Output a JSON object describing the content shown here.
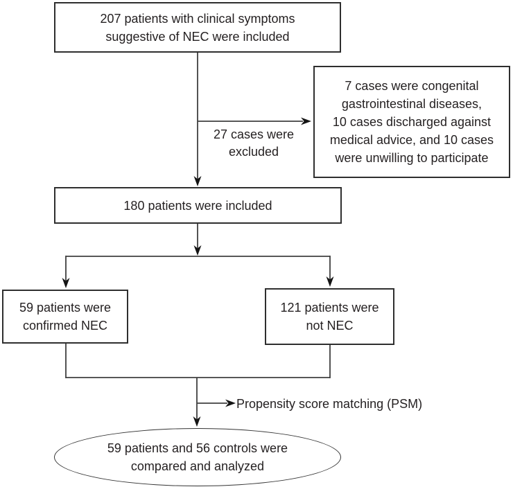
{
  "colors": {
    "background": "#ffffff",
    "line": "#3f3f3f",
    "box_border": "#2e2e2e",
    "text": "#231f20"
  },
  "flowchart": {
    "top_box": "207 patients with clinical symptoms\nsuggestive of NEC were included",
    "excluded_label": "27 cases were\nexcluded",
    "exclusion_box": "7 cases were congenital\ngastrointestinal diseases,\n10 cases discharged against\nmedical advice, and 10 cases\nwere unwilling to participate",
    "included_box": "180 patients were included",
    "confirmed_box": "59 patients were\nconfirmed NEC",
    "not_nec_box": "121 patients were\nnot NEC",
    "psm_label": "Propensity score matching (PSM)",
    "outcome_ellipse": "59 patients and 56 controls were\ncompared and analyzed"
  }
}
